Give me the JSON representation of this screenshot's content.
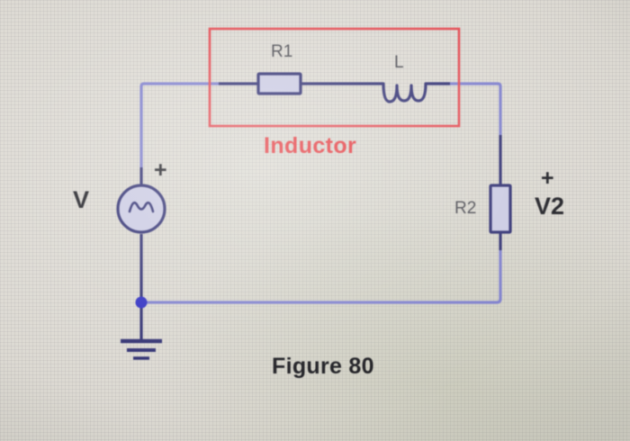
{
  "figure": {
    "caption": "Figure 80",
    "highlight_label": "Inductor",
    "highlight_color": "#e23338",
    "wire_color": "#7b7ccb",
    "component_color": "#2b2b6e",
    "component_fill": "#c9c9e2",
    "background_color": "#dcd9d2"
  },
  "components": [
    {
      "id": "source",
      "type": "ac-voltage-source",
      "ref": "V",
      "polarity": "+"
    },
    {
      "id": "resistor1",
      "type": "resistor",
      "ref": "R1"
    },
    {
      "id": "inductor",
      "type": "inductor",
      "ref": "L"
    },
    {
      "id": "resistor2",
      "type": "resistor",
      "ref": "R2"
    },
    {
      "id": "ground",
      "type": "ground",
      "ref": ""
    }
  ],
  "labels": {
    "source_ref": "V",
    "source_plus": "+",
    "r1_ref": "R1",
    "l_ref": "L",
    "r2_ref": "R2",
    "v2_plus": "+",
    "v2_ref": "V2",
    "inductor_box": "Inductor",
    "caption": "Figure 80"
  }
}
